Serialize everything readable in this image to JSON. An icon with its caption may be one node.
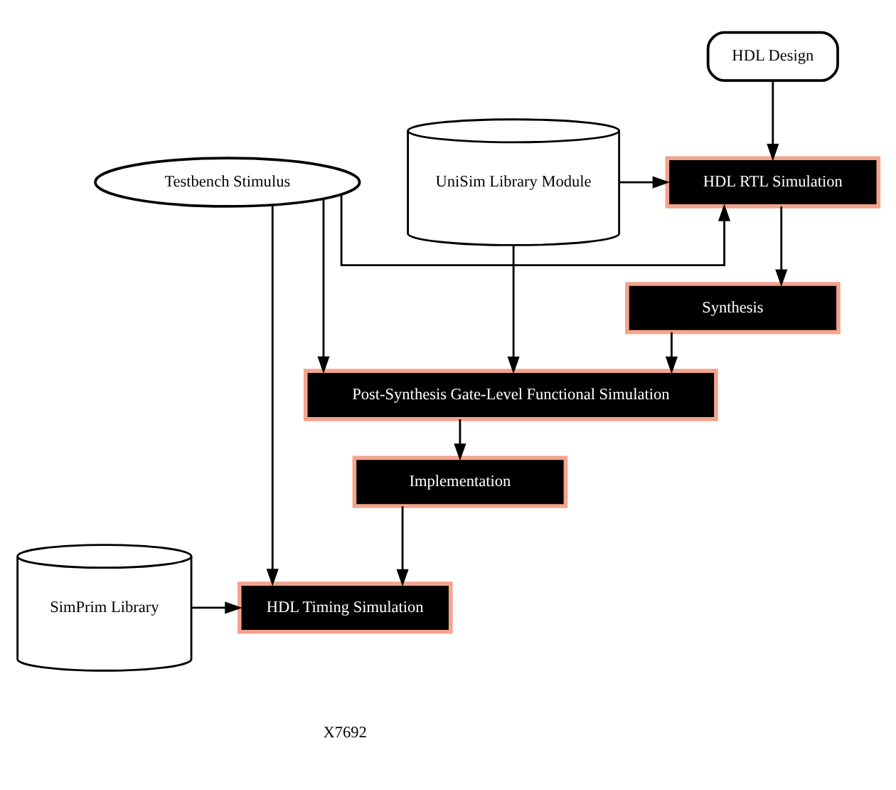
{
  "diagram": {
    "nodes": [
      {
        "text": [
          "HDL Design"
        ]
      },
      {
        "text": [
          "UniSim Library Module"
        ]
      },
      {
        "text": [
          "HDL RTL Simulation"
        ]
      },
      {
        "text": [
          "Testbench Stimulus"
        ]
      },
      {
        "text": [
          "Synthesis"
        ]
      },
      {
        "text": [
          "Post-Synthesis Gate-Level Functional Simulation"
        ]
      },
      {
        "text": [
          "Implementation"
        ]
      },
      {
        "text": [
          "SimPrim Library"
        ]
      },
      {
        "text": [
          "HDL Timing Simulation"
        ]
      }
    ],
    "edges": [
      {
        "from": 0,
        "to": 2,
        "arrow": "to"
      },
      {
        "from": 1,
        "to": 2,
        "arrow": "to"
      },
      {
        "from": 3,
        "to": 2,
        "arrow": "to"
      },
      {
        "from": 2,
        "to": 4,
        "arrow": "to"
      },
      {
        "from": 4,
        "to": 5,
        "arrow": "to"
      },
      {
        "from": 1,
        "to": 5,
        "arrow": "to"
      },
      {
        "from": 3,
        "to": 5,
        "arrow": "to"
      },
      {
        "from": 5,
        "to": 6,
        "arrow": "to"
      },
      {
        "from": 6,
        "to": 8,
        "arrow": "to"
      },
      {
        "from": 7,
        "to": 8,
        "arrow": "to"
      },
      {
        "from": 3,
        "to": 8,
        "arrow": "to"
      }
    ],
    "labels": [
      "X7692"
    ]
  }
}
